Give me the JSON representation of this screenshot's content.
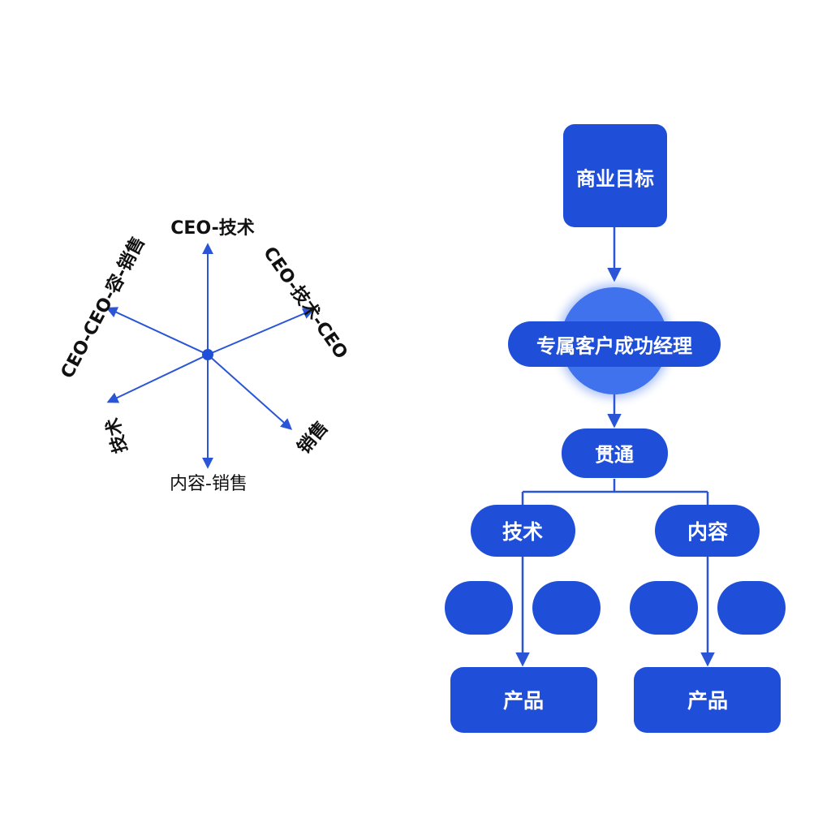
{
  "colors": {
    "primary": "#1f4fd8",
    "circle": "#3f72ec",
    "line": "#2a55d6",
    "text_dark": "#111111",
    "text_light": "#ffffff"
  },
  "radial": {
    "labels": {
      "top": "CEO-技术",
      "upper_right": "CEO-技术-CEO",
      "upper_left": "CEO-CEO-容-销售",
      "lower_left": "技术",
      "lower_right": "销售",
      "bottom": "内容-销售"
    }
  },
  "flow": {
    "goal": "商业目标",
    "manager": "专属客户成功经理",
    "connect": "贯通",
    "tech": "技术",
    "content": "内容",
    "product_left": "产品",
    "product_right": "产品"
  }
}
